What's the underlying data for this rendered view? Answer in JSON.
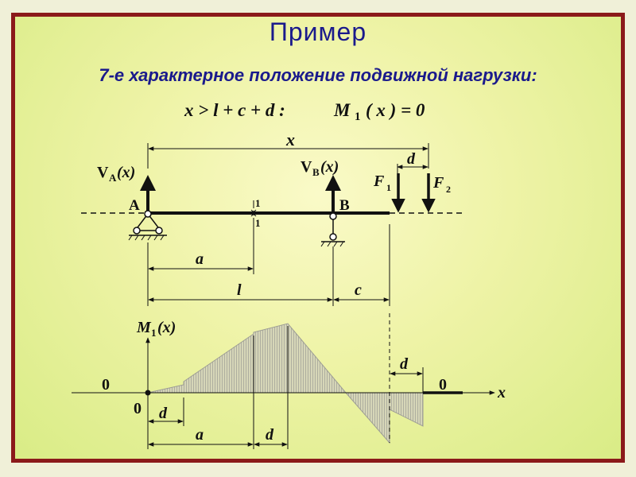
{
  "slide": {
    "title": "Пример",
    "subtitle": "7-е характерное положение подвижной нагрузки:"
  },
  "formula": {
    "condition": "x > l + c + d :",
    "moment": "M",
    "moment_sub": "1",
    "moment_arg": "( x ) = 0"
  },
  "beam": {
    "dim_x": "x",
    "dim_d_top": "d",
    "reaction_a_V": "V",
    "reaction_a_sub": "A",
    "reaction_a_arg": "(x)",
    "reaction_b_V": "V",
    "reaction_b_sub": "B",
    "reaction_b_arg": "(x)",
    "support_a": "A",
    "support_b": "B",
    "section_top": "1",
    "section_bottom": "1",
    "force1": "F",
    "force1_sub": "1",
    "force2": "F",
    "force2_sub": "2",
    "dim_a": "a",
    "dim_l": "l",
    "dim_c": "c"
  },
  "influence_line": {
    "axis_label": "M",
    "axis_sub": "1",
    "axis_arg": "(x)",
    "x_axis": "x",
    "zero_left": "0",
    "zero_right": "0",
    "zero_origin": "0",
    "dim_d_right": "d",
    "dim_d_left": "d",
    "dim_a": "a",
    "dim_d_mid": "d"
  },
  "colors": {
    "frame": "#8b1a1a",
    "title": "#1a1a8c",
    "hatch_fill": "#d4d4b4",
    "hatch_line": "#a0a09a",
    "ink": "#111111"
  }
}
